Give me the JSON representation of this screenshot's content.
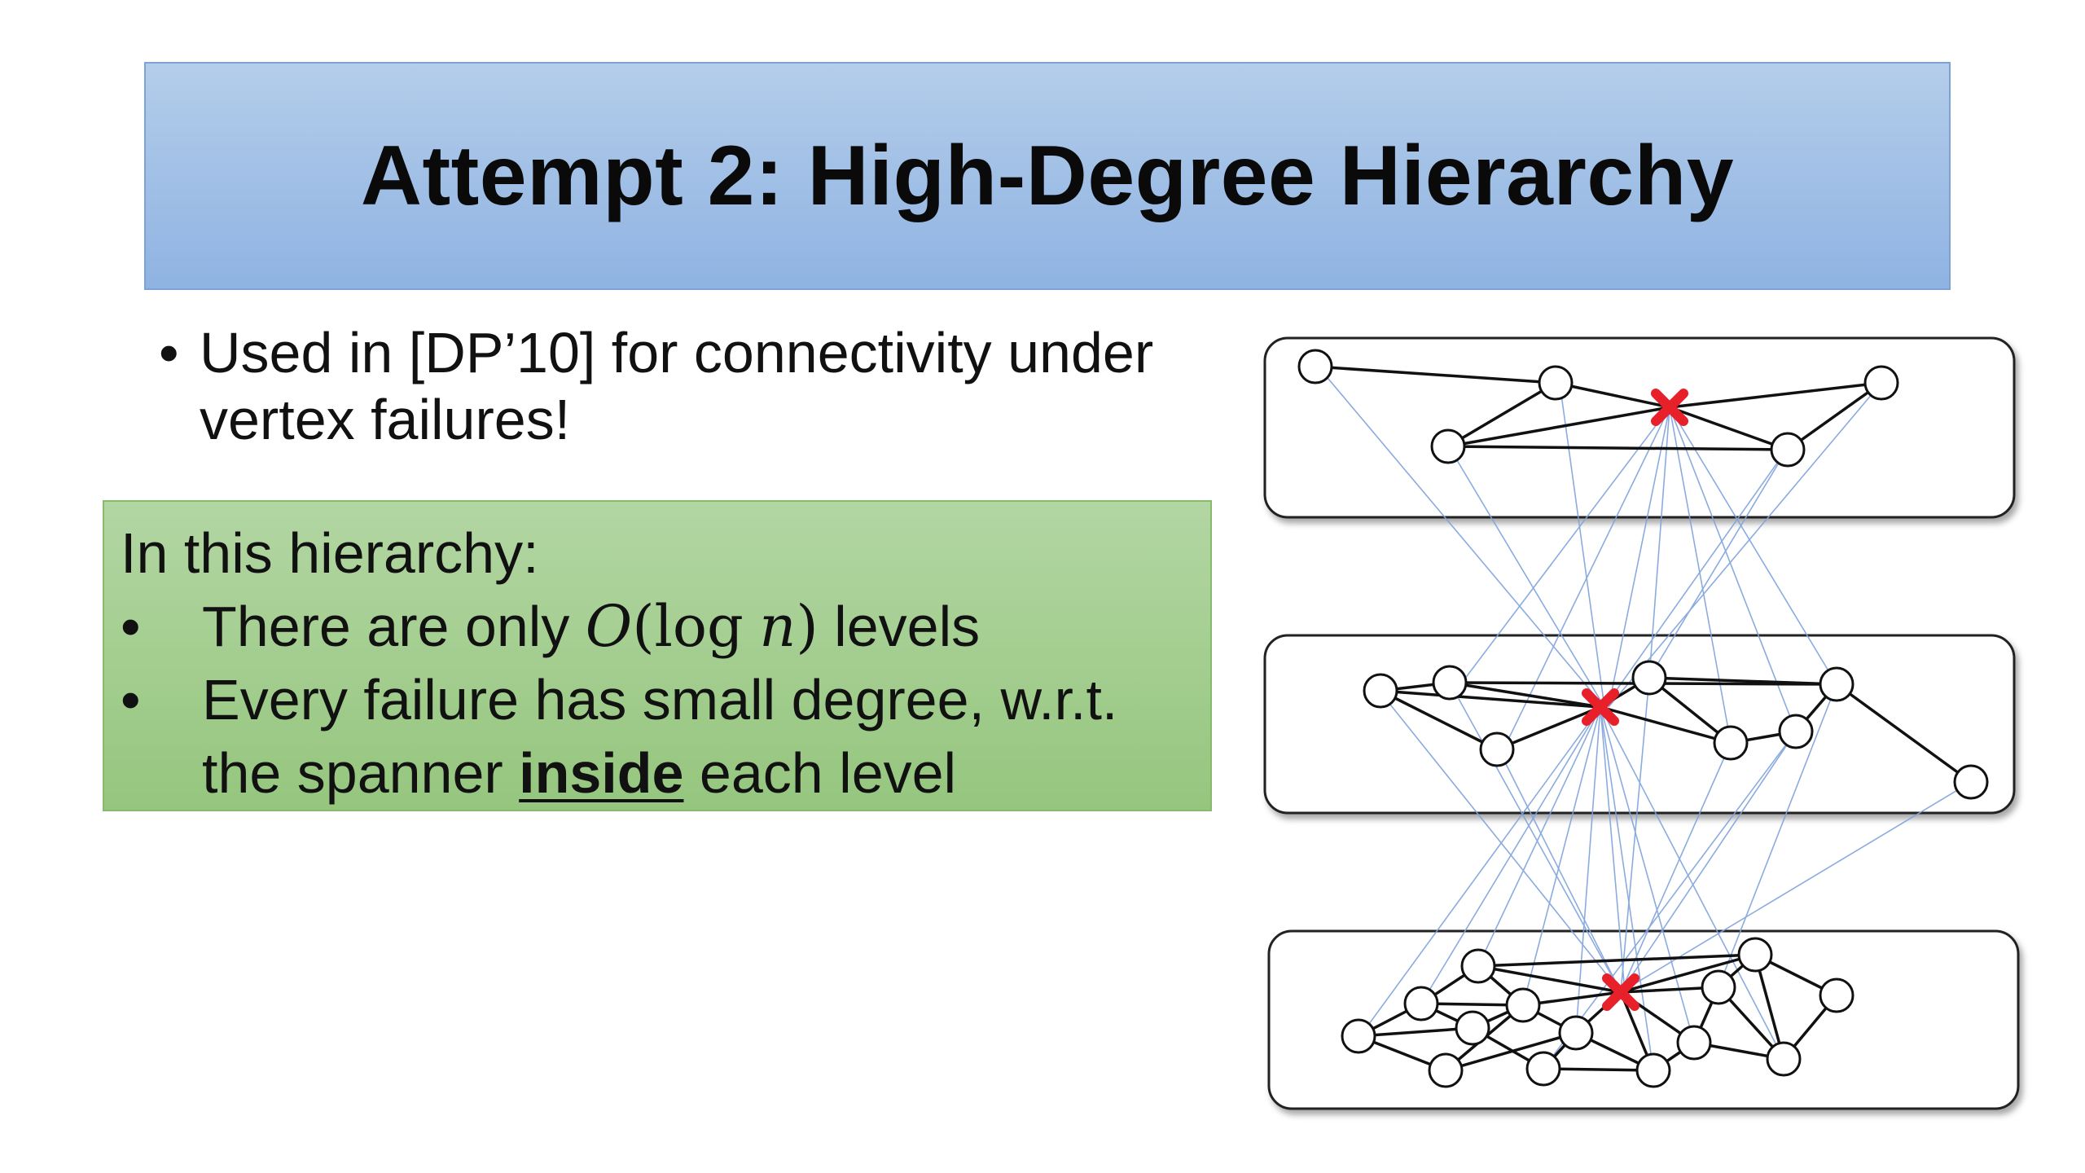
{
  "title": "Attempt 2: High-Degree Hierarchy",
  "bullet": {
    "symbol": "•",
    "line1": "Used in [DP’10] for connectivity under",
    "line2": "vertex failures!"
  },
  "green_box": {
    "heading": "In this hierarchy:",
    "items": [
      {
        "symbol": "•",
        "pre": "There are only ",
        "math_o": "O",
        "math_open": "(",
        "math_log": "log",
        "math_n": "n",
        "math_close": ")",
        "post": " levels"
      },
      {
        "symbol": "•",
        "line1": "Every failure has small degree, w.r.t.",
        "line2_pre": "the spanner ",
        "line2_emph": "inside",
        "line2_post": " each level"
      }
    ]
  },
  "colors": {
    "banner_top": "#b4cdea",
    "banner_bottom": "#8fb3e2",
    "green_top": "#b3d6a3",
    "green_bottom": "#95c67e",
    "cross_edges": "#7fa3dc",
    "failure_marker": "#e8202a"
  },
  "diagram": {
    "levels": [
      "level-top",
      "level-middle",
      "level-bottom"
    ],
    "failure_icon": "red-x-icon"
  }
}
